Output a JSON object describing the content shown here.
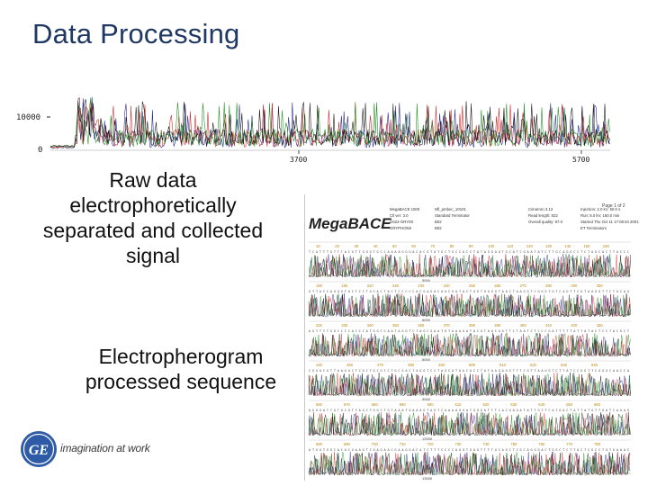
{
  "slide": {
    "title": "Data Processing",
    "caption_raw": "Raw data electrophoretically separated and collected signal",
    "caption_electropherogram": "Electropherogram processed sequence"
  },
  "raw_plot": {
    "y_tick_top": "10000",
    "y_tick_zero": "0",
    "x_tick_mid": "3700",
    "x_tick_end": "5700"
  },
  "report": {
    "page": "Page 1 of 2",
    "brand": "MegaBACE",
    "info_col1": [
      "MegaBACE 1000",
      "Cll ver: 3.0",
      "G622-GRY00",
      "GRYPHON0"
    ],
    "info_col2": [
      "Nfl_pmbec_10101",
      "Standard Terminator",
      "B02",
      "B02"
    ],
    "info_col3": [
      "Cimarron 3.12",
      "Read length: 822",
      "Overall quality: 97.0",
      ""
    ],
    "info_col4": [
      "Injection: 2.0 kV, 50.0 s",
      "Run: 8.0 kV, 160.0 min",
      "Started Thu Oct 11 17:08:43 2001",
      "ET Terminators"
    ],
    "rows": [
      {
        "ticks": [
          "10",
          "20",
          "30",
          "40",
          "50",
          "60",
          "70",
          "80",
          "90",
          "100",
          "110",
          "120",
          "130",
          "140",
          "150",
          "160"
        ],
        "scan": "5000"
      },
      {
        "ticks": [
          "180",
          "190",
          "210",
          "220",
          "230",
          "240",
          "250",
          "260",
          "270",
          "280",
          "290",
          "300"
        ],
        "scan": "6000"
      },
      {
        "ticks": [
          "320",
          "330",
          "340",
          "350",
          "360",
          "370",
          "380",
          "390",
          "400",
          "410",
          "420",
          "430"
        ],
        "scan": "8000"
      },
      {
        "ticks": [
          "440",
          "450",
          "470",
          "480",
          "490",
          "500",
          "510",
          "520",
          "530",
          "540"
        ],
        "scan": "9000"
      },
      {
        "ticks": [
          "560",
          "570",
          "580",
          "590",
          "600",
          "610",
          "620",
          "630",
          "640",
          "650",
          "660"
        ],
        "scan": "12000"
      },
      {
        "ticks": [
          "680",
          "690",
          "700",
          "710",
          "720",
          "730",
          "740",
          "750",
          "760",
          "770",
          "780"
        ],
        "scan": "13000"
      }
    ]
  },
  "footer": {
    "logo_text": "GE",
    "tagline": "imagination at work"
  },
  "colors": {
    "title": "#1f3864",
    "trace_a": "#1e1e8c",
    "trace_b": "#cc2020",
    "trace_c": "#1a8a1a",
    "trace_d": "#111111",
    "logo": "#2f5aa6"
  }
}
